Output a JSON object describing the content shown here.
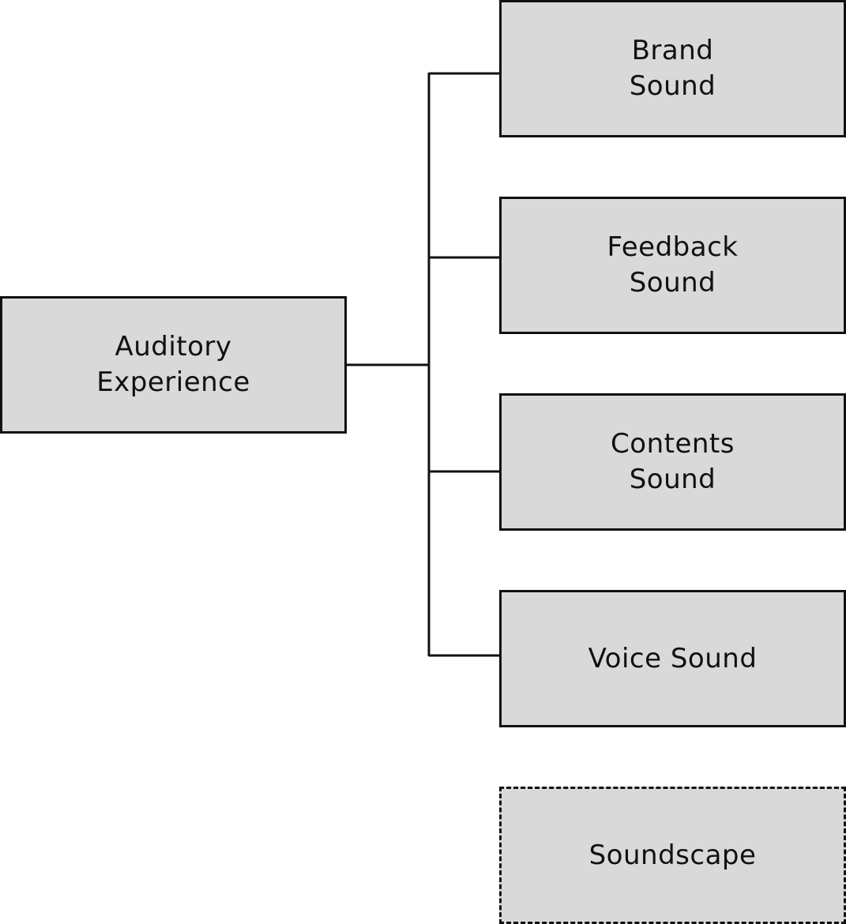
{
  "diagram": {
    "root": {
      "label": "Auditory\nExperience"
    },
    "children": [
      {
        "label": "Brand\nSound",
        "style": "solid"
      },
      {
        "label": "Feedback\nSound",
        "style": "solid"
      },
      {
        "label": "Contents\nSound",
        "style": "solid"
      },
      {
        "label": "Voice Sound",
        "style": "solid"
      },
      {
        "label": "Soundscape",
        "style": "dashed"
      }
    ],
    "connected_children": 4
  },
  "colors": {
    "node_fill": "#d9d9d9",
    "stroke": "#111111",
    "background": "#ffffff"
  }
}
